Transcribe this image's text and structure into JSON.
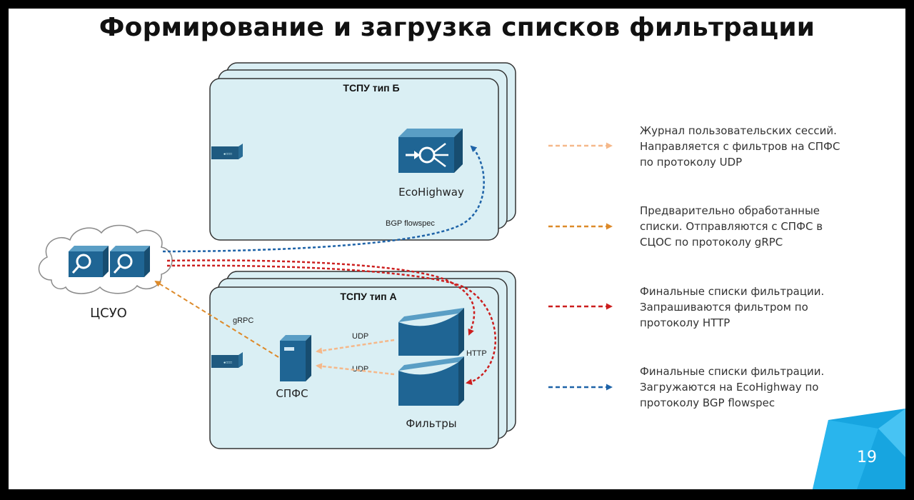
{
  "title": "Формирование и загрузка списков фильтрации",
  "zone_b": {
    "label": "ТСПУ тип Б",
    "ecohighway_label": "EcoHighway",
    "bgp_label": "BGP flowspec"
  },
  "zone_a": {
    "label": "ТСПУ тип А",
    "spfs_label": "СПФС",
    "filters_label": "Фильтры",
    "udp_label_1": "UDP",
    "udp_label_2": "UDP",
    "http_label": "HTTP",
    "grpc_label": "gRPC"
  },
  "csuo": {
    "label": "ЦСУО"
  },
  "legend": [
    {
      "text": "Журнал пользовательских сессий.\nНаправляется с фильтров на СПФС\nпо протоколу UDP",
      "color": "#f5b88a"
    },
    {
      "text": "Предварительно обработанные\nсписки. Отправляются с СПФС в\nСЦОС по протоколу gRPC",
      "color": "#dd8a2a"
    },
    {
      "text": "Финальные списки фильтрации.\nЗапрашиваются фильтром по\nпротоколу HTTP",
      "color": "#cc1e1e"
    },
    {
      "text": "Финальные списки фильтрации.\nЗагружаются на EcoHighway по\nпротоколу BGP flowspec",
      "color": "#1e63a8"
    }
  ],
  "page_number": "19"
}
